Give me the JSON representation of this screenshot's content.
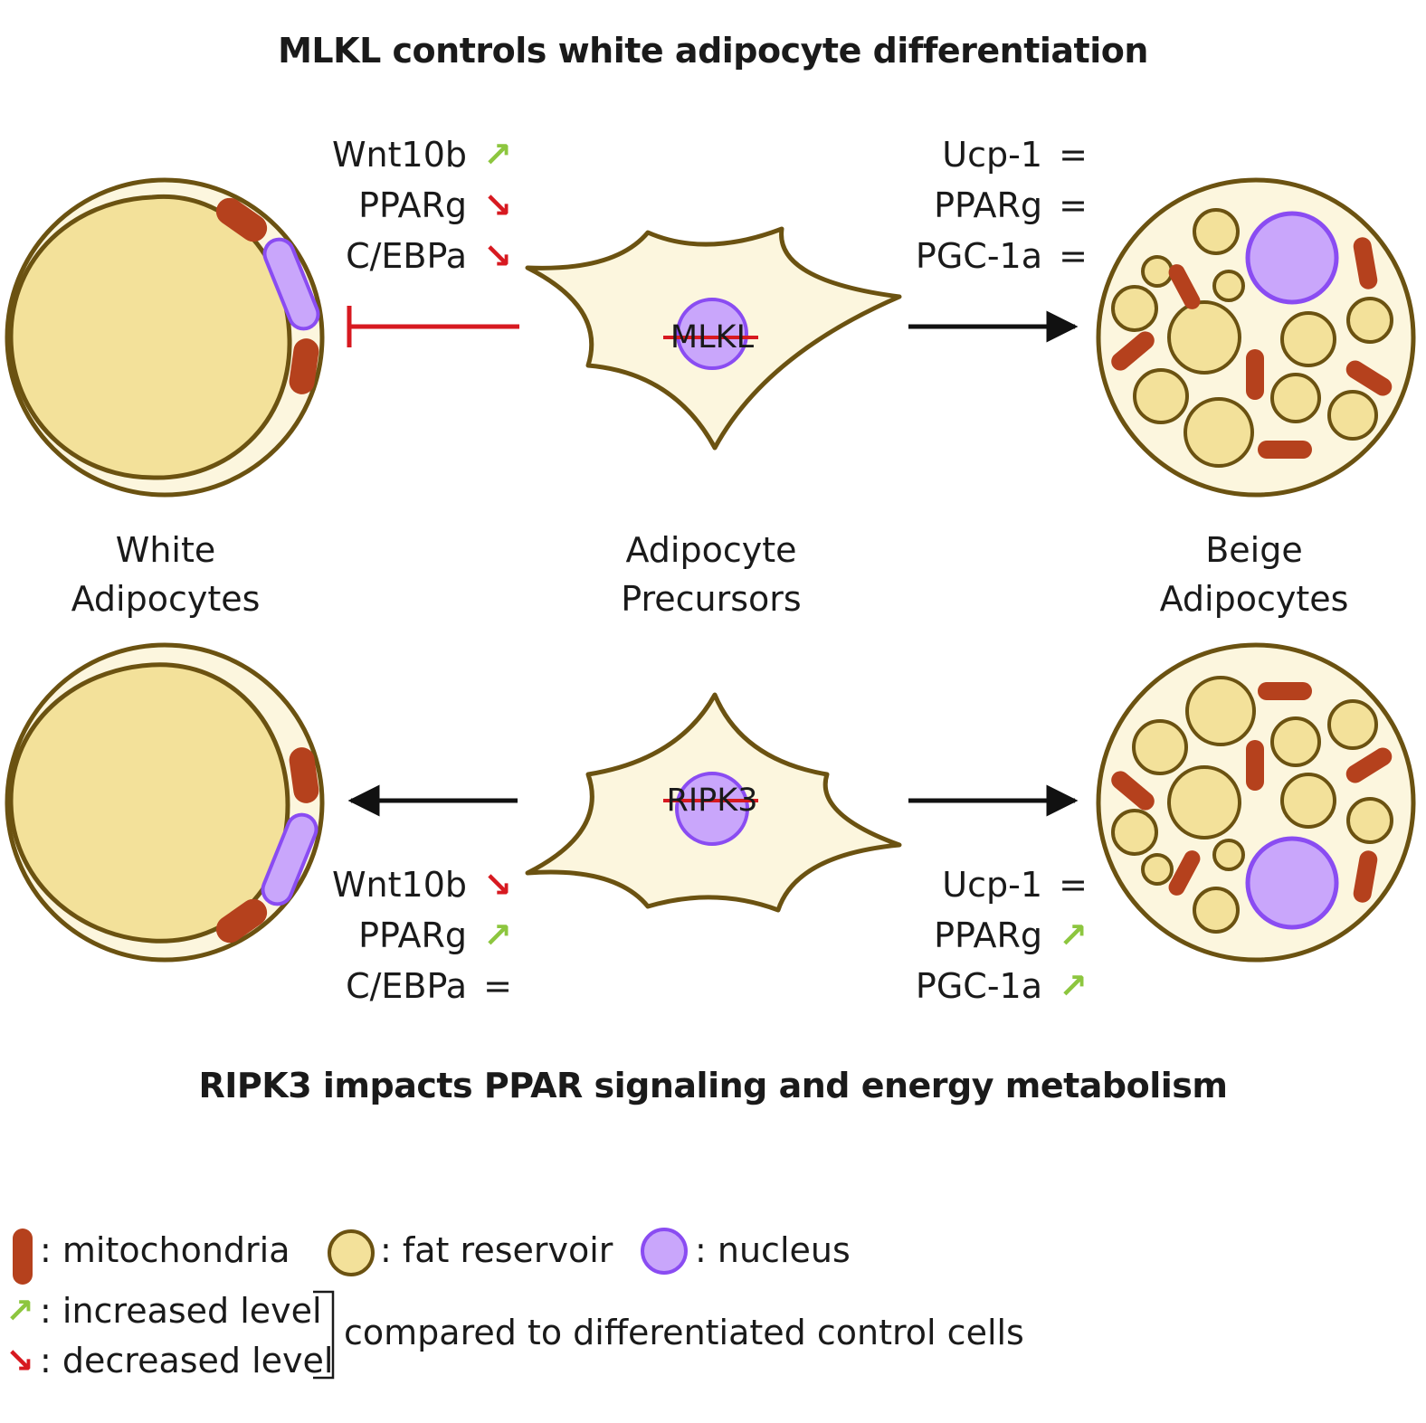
{
  "titles": {
    "top": "MLKL controls white adipocyte differentiation",
    "bottom": "RIPK3 impacts PPAR signaling and energy metabolism"
  },
  "cells": {
    "white": [
      "White",
      "Adipocytes"
    ],
    "precursor": [
      "Adipocyte",
      "Precursors"
    ],
    "beige": [
      "Beige",
      "Adipocytes"
    ]
  },
  "knockouts": {
    "top": "MLKL",
    "bottom": "RIPK3"
  },
  "markers": {
    "top_left": [
      {
        "name": "Wnt10b",
        "symbol": "↗",
        "change": "up"
      },
      {
        "name": "PPARg",
        "symbol": "↘",
        "change": "down"
      },
      {
        "name": "C/EBPa",
        "symbol": "↘",
        "change": "down"
      }
    ],
    "top_right": [
      {
        "name": "Ucp-1",
        "symbol": "=",
        "change": "equal"
      },
      {
        "name": "PPARg",
        "symbol": "=",
        "change": "equal"
      },
      {
        "name": "PGC-1a",
        "symbol": "=",
        "change": "equal"
      }
    ],
    "bottom_left": [
      {
        "name": "Wnt10b",
        "symbol": "↘",
        "change": "down"
      },
      {
        "name": "PPARg",
        "symbol": "↗",
        "change": "up"
      },
      {
        "name": "C/EBPa",
        "symbol": "=",
        "change": "equal"
      }
    ],
    "bottom_right": [
      {
        "name": "Ucp-1",
        "symbol": "=",
        "change": "equal"
      },
      {
        "name": "PPARg",
        "symbol": "↗",
        "change": "up"
      },
      {
        "name": "PGC-1a",
        "symbol": "↗",
        "change": "up"
      }
    ]
  },
  "legend": {
    "mitochondria": ": mitochondria",
    "fat": ": fat reservoir",
    "nucleus": ": nucleus",
    "increased_symbol": "↗",
    "increased": ": increased level",
    "decreased_symbol": "↘",
    "decreased": ": decreased level",
    "comparison": "compared to differentiated control cells"
  },
  "colors": {
    "outline": "#6b5211",
    "fat": "#f3e19a",
    "cytoplasm": "#fcf6de",
    "mitochondria": "#b5411d",
    "nucleus": "#c9a6fb",
    "nucleus_stroke": "#8a4cf2",
    "inhibit": "#d71920",
    "increase": "#8dc63f",
    "decrease": "#d71920",
    "arrow": "#111111"
  }
}
